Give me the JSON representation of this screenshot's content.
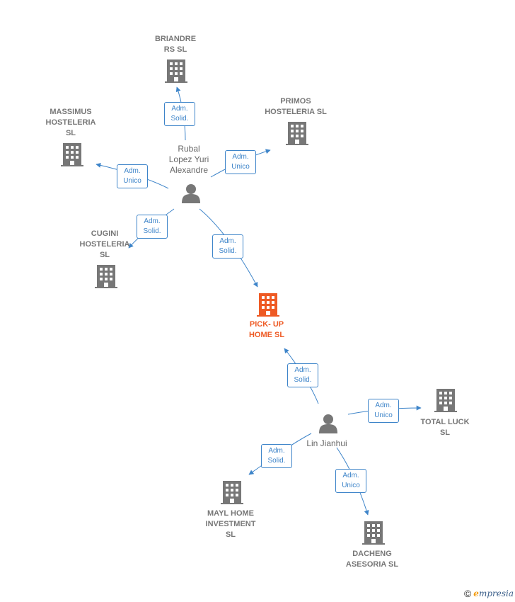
{
  "companies": {
    "pickup": {
      "label": "PICK- UP\nHOME  SL"
    },
    "briandre": {
      "label": "BRIANDRE\nRS  SL"
    },
    "primos": {
      "label": "PRIMOS\nHOSTELERIA SL"
    },
    "massimus": {
      "label": "MASSIMUS\nHOSTELERIA\nSL"
    },
    "cugini": {
      "label": "CUGINI\nHOSTELERIA\nSL"
    },
    "totalluck": {
      "label": "TOTAL LUCK\nSL"
    },
    "mayl": {
      "label": "MAYL HOME\nINVESTMENT\nSL"
    },
    "dacheng": {
      "label": "DACHENG\nASESORIA  SL"
    }
  },
  "persons": {
    "rubal": {
      "label": "Rubal\nLopez Yuri\nAlexandre"
    },
    "lin": {
      "label": "Lin Jianhui"
    }
  },
  "edges": {
    "rubal_briandre": {
      "label": "Adm.\nSolid."
    },
    "rubal_primos": {
      "label": "Adm.\nUnico"
    },
    "rubal_massimus": {
      "label": "Adm.\nUnico"
    },
    "rubal_cugini": {
      "label": "Adm.\nSolid."
    },
    "rubal_pickup": {
      "label": "Adm.\nSolid."
    },
    "lin_pickup": {
      "label": "Adm.\nSolid."
    },
    "lin_totalluck": {
      "label": "Adm.\nUnico"
    },
    "lin_mayl": {
      "label": "Adm.\nSolid."
    },
    "lin_dacheng": {
      "label": "Adm.\nUnico"
    }
  },
  "colors": {
    "edge": "#3d84c9",
    "company": "#777777",
    "focus": "#ee5a24",
    "person": "#666666"
  },
  "footer": {
    "copyright": "©",
    "brand_first": "e",
    "brand_rest": "mpresia"
  }
}
